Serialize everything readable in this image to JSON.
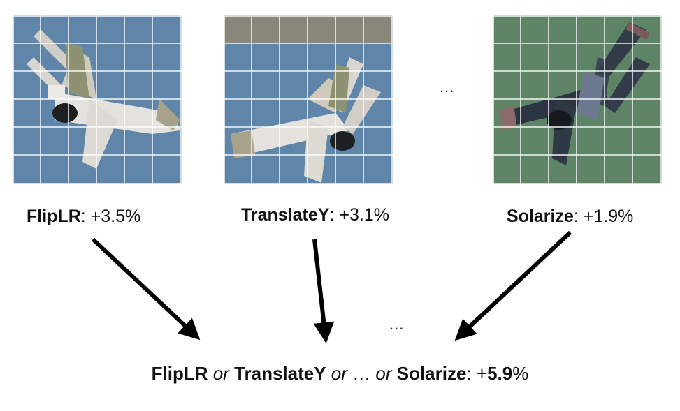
{
  "images": [
    {
      "name": "FlipLR",
      "background": "#5f86a8"
    },
    {
      "name": "TranslateY",
      "background": "#5f86a8",
      "band": "#8a857a"
    },
    {
      "name": "Solarize",
      "background": "#5e8466"
    }
  ],
  "ellipsis": "...",
  "labels": [
    {
      "op": "FlipLR",
      "gain": ": +3.5%"
    },
    {
      "op": "TranslateY",
      "gain": ": +3.1%"
    },
    {
      "op": "Solarize",
      "gain": ": +1.9%"
    }
  ],
  "result": {
    "op1": "FlipLR",
    "or1": " or ",
    "op2": "TranslateY",
    "or2": " or ",
    "dots": "…",
    "or3": " or ",
    "op3": "Solarize",
    "colon": ": +",
    "value": "5.9",
    "pct": "%"
  }
}
